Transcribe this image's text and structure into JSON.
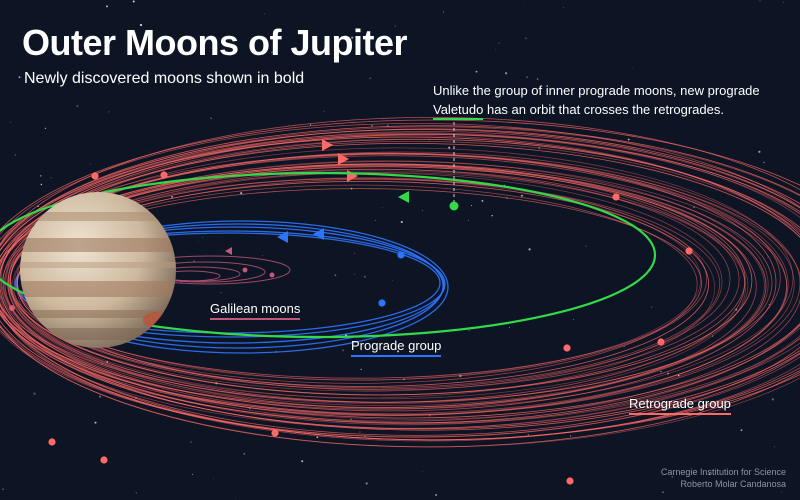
{
  "title": "Outer Moons of Jupiter",
  "subtitle": "Newly discovered moons shown in bold",
  "annotation": {
    "line1": "Unlike the group of inner prograde moons, new prograde",
    "highlight": "Valetudo",
    "line2_rest": " has an orbit that crosses the retrogrades."
  },
  "labels": {
    "galilean": "Galilean moons",
    "prograde": "Prograde group",
    "retrograde": "Retrograde group"
  },
  "credit": {
    "line1": "Carnegie Institution for Science",
    "line2": "Roberto Molar Candanosa"
  },
  "colors": {
    "background": "#0d1424",
    "retrograde": "#ff6a66",
    "prograde": "#2d74ff",
    "valetudo": "#34d94a",
    "galilean": "#c2577a",
    "text": "#ffffff"
  }
}
